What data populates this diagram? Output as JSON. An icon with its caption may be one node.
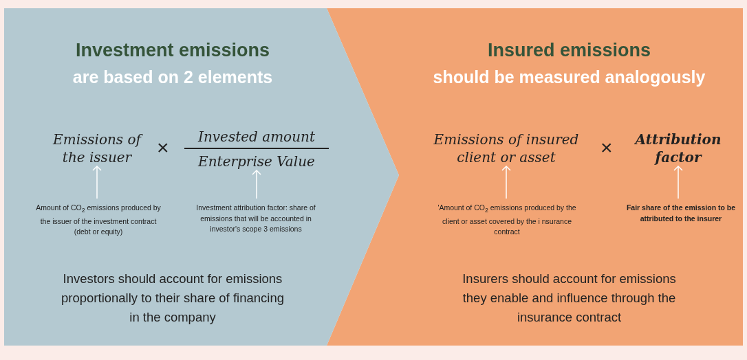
{
  "diagram": {
    "nodes": [
      {
        "text": [
          "Investment emissions",
          "are based on 2 elements",
          "Investors should account for emissions proportionally to their share of financing in the company"
        ]
      },
      {
        "text": [
          "Emissions of the issuer"
        ],
        "in": 0
      },
      {
        "text": [
          "Invested amount",
          "Enterprise Value"
        ],
        "in": 0
      },
      {
        "text": [
          "Amount of CO$_{2}$ emissions produced by the issuer of the investment contract (debt or equity)"
        ],
        "in": 0
      },
      {
        "text": [
          "Investment attribution factor: share of emissions that will be accounted in investor's scope 3 emissions"
        ],
        "in": 0
      },
      {
        "text": [
          "Insured emissions",
          "should be measured analogously",
          "Insurers should account for emissions they enable and influence through the insurance contract"
        ]
      },
      {
        "text": [
          "Emissions of insured client or asset"
        ],
        "in": 5
      },
      {
        "text": [
          "Attribution factor"
        ],
        "in": 5
      },
      {
        "text": [
          "'Amount of CO$_{2}$ emissions produced by the client or asset covered by the i nsurance contract"
        ],
        "in": 5
      },
      {
        "text": [
          "Fair share of the emission to be attributed to the insurer"
        ],
        "in": 5
      }
    ],
    "edges": [
      {
        "from": 3,
        "to": 1,
        "arrow": "to"
      },
      {
        "from": 4,
        "to": 2,
        "arrow": "to"
      },
      {
        "from": 8,
        "to": 6,
        "arrow": "to"
      },
      {
        "from": 9,
        "to": 7,
        "arrow": "to"
      }
    ],
    "labels": [
      "×",
      "×"
    ]
  }
}
